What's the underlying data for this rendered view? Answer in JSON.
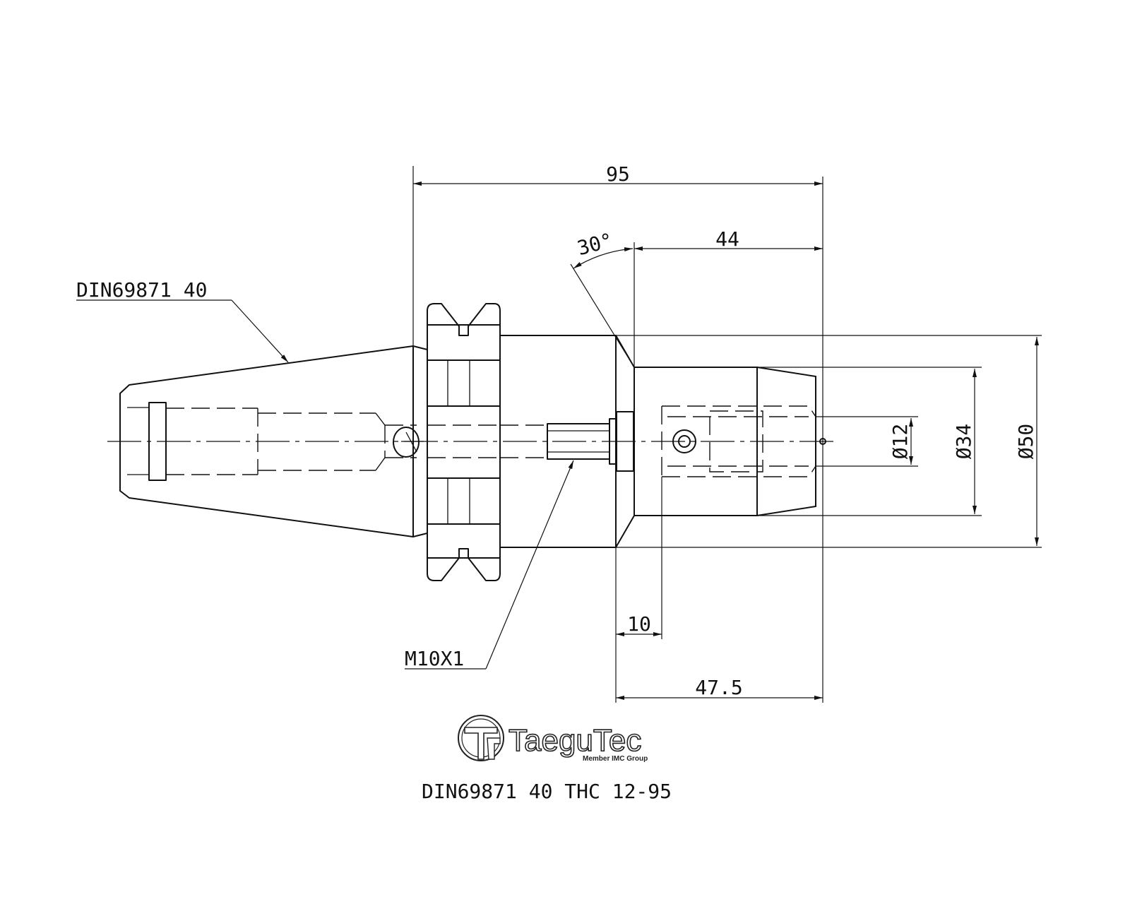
{
  "labels": {
    "taper_spec": "DIN69871 40",
    "thread_spec": "M10X1",
    "part_number": "DIN69871 40 THC 12-95"
  },
  "dimensions": {
    "overall_length": "95",
    "nose_length": "44",
    "chamfer_angle": "30°",
    "bore_diameter": "Ø12",
    "nose_diameter": "Ø34",
    "body_diameter": "Ø50",
    "screw_offset": "10",
    "body_length": "47.5"
  },
  "logo": {
    "brand": "TaeguTec",
    "tagline": "Member IMC Group"
  }
}
